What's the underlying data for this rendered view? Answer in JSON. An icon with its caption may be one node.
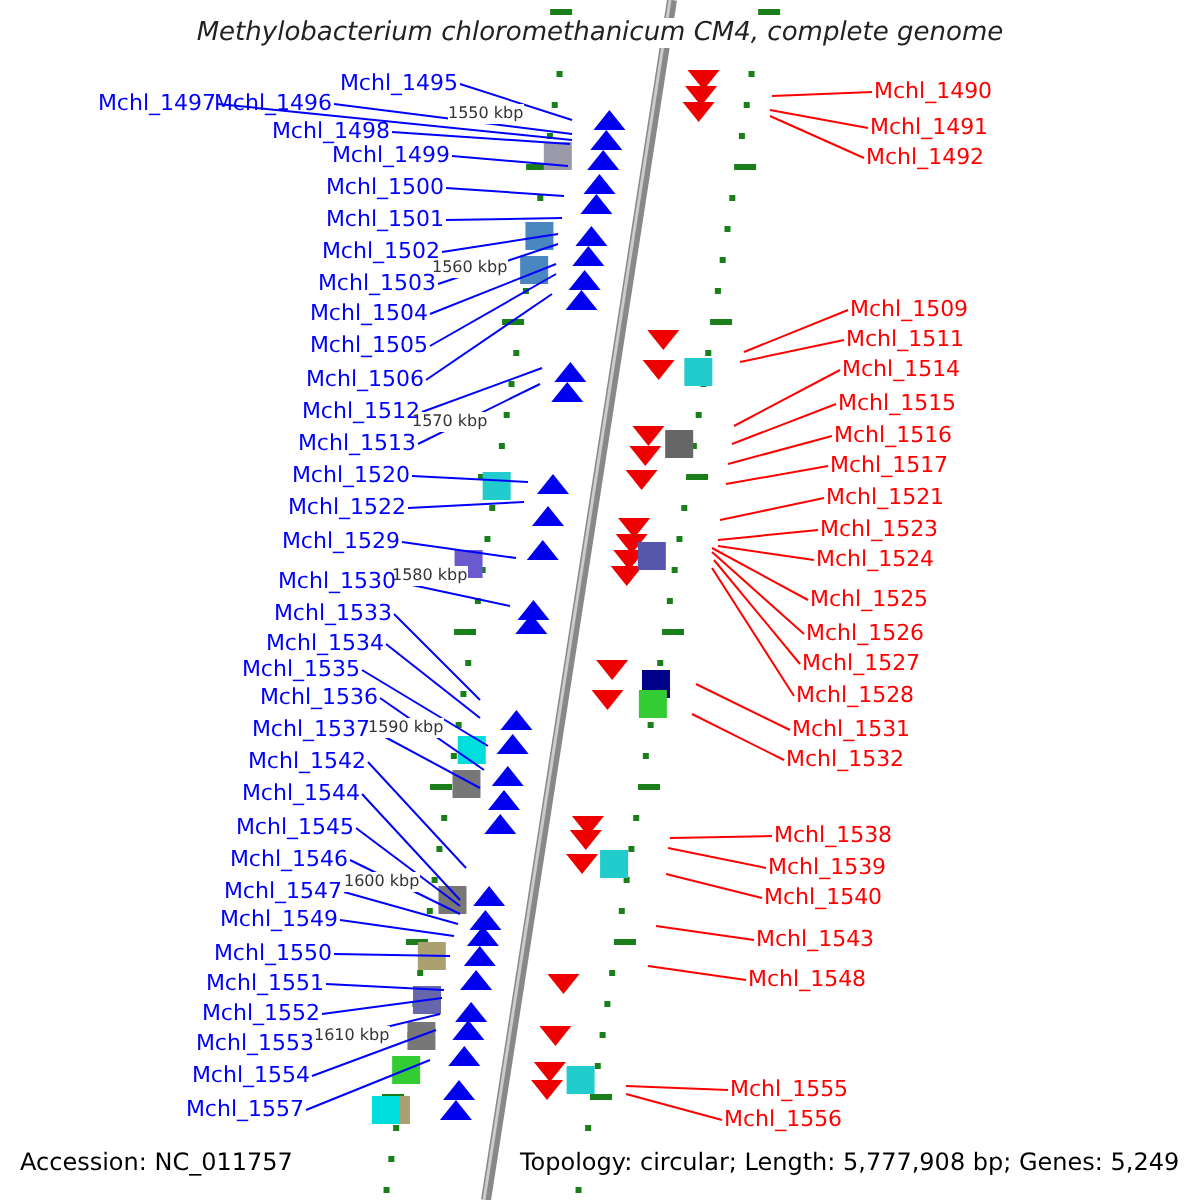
{
  "diagram": {
    "title": "Methylobacterium chloromethanicum CM4, complete genome",
    "nodes": [
      {
        "text": [
          "Mchl_1495"
        ]
      },
      {
        "text": [
          "Mchl_1497"
        ]
      },
      {
        "text": [
          "Mchl_1496"
        ]
      },
      {
        "text": [
          "Mchl_1498"
        ]
      },
      {
        "text": [
          "Mchl_1499"
        ]
      },
      {
        "text": [
          "Mchl_1500"
        ]
      },
      {
        "text": [
          "Mchl_1501"
        ]
      },
      {
        "text": [
          "Mchl_1502"
        ]
      },
      {
        "text": [
          "Mchl_1503"
        ]
      },
      {
        "text": [
          "Mchl_1504"
        ]
      },
      {
        "text": [
          "Mchl_1505"
        ]
      },
      {
        "text": [
          "Mchl_1506"
        ]
      },
      {
        "text": [
          "Mchl_1512"
        ]
      },
      {
        "text": [
          "Mchl_1513"
        ]
      },
      {
        "text": [
          "Mchl_1520"
        ]
      },
      {
        "text": [
          "Mchl_1522"
        ]
      },
      {
        "text": [
          "Mchl_1529"
        ]
      },
      {
        "text": [
          "Mchl_1530"
        ]
      },
      {
        "text": [
          "Mchl_1533"
        ]
      },
      {
        "text": [
          "Mchl_1534"
        ]
      },
      {
        "text": [
          "Mchl_1535"
        ]
      },
      {
        "text": [
          "Mchl_1536"
        ]
      },
      {
        "text": [
          "Mchl_1537"
        ]
      },
      {
        "text": [
          "Mchl_1542"
        ]
      },
      {
        "text": [
          "Mchl_1544"
        ]
      },
      {
        "text": [
          "Mchl_1545"
        ]
      },
      {
        "text": [
          "Mchl_1546"
        ]
      },
      {
        "text": [
          "Mchl_1547"
        ]
      },
      {
        "text": [
          "Mchl_1549"
        ]
      },
      {
        "text": [
          "Mchl_1550"
        ]
      },
      {
        "text": [
          "Mchl_1551"
        ]
      },
      {
        "text": [
          "Mchl_1552"
        ]
      },
      {
        "text": [
          "Mchl_1553"
        ]
      },
      {
        "text": [
          "Mchl_1554"
        ]
      },
      {
        "text": [
          "Mchl_1557"
        ]
      },
      {
        "text": [
          "Mchl_1490"
        ]
      },
      {
        "text": [
          "Mchl_1491"
        ]
      },
      {
        "text": [
          "Mchl_1492"
        ]
      },
      {
        "text": [
          "Mchl_1509"
        ]
      },
      {
        "text": [
          "Mchl_1511"
        ]
      },
      {
        "text": [
          "Mchl_1514"
        ]
      },
      {
        "text": [
          "Mchl_1515"
        ]
      },
      {
        "text": [
          "Mchl_1516"
        ]
      },
      {
        "text": [
          "Mchl_1517"
        ]
      },
      {
        "text": [
          "Mchl_1521"
        ]
      },
      {
        "text": [
          "Mchl_1523"
        ]
      },
      {
        "text": [
          "Mchl_1524"
        ]
      },
      {
        "text": [
          "Mchl_1525"
        ]
      },
      {
        "text": [
          "Mchl_1526"
        ]
      },
      {
        "text": [
          "Mchl_1527"
        ]
      },
      {
        "text": [
          "Mchl_1528"
        ]
      },
      {
        "text": [
          "Mchl_1531"
        ]
      },
      {
        "text": [
          "Mchl_1532"
        ]
      },
      {
        "text": [
          "Mchl_1538"
        ]
      },
      {
        "text": [
          "Mchl_1539"
        ]
      },
      {
        "text": [
          "Mchl_1540"
        ]
      },
      {
        "text": [
          "Mchl_1543"
        ]
      },
      {
        "text": [
          "Mchl_1548"
        ]
      },
      {
        "text": [
          "Mchl_1555"
        ]
      },
      {
        "text": [
          "Mchl_1556"
        ]
      }
    ],
    "edges": [
      {
        "from": 0,
        "to": null,
        "arrow": "none"
      },
      {
        "from": 1,
        "to": null,
        "arrow": "none"
      },
      {
        "from": 2,
        "to": null,
        "arrow": "none"
      },
      {
        "from": 3,
        "to": null,
        "arrow": "none"
      },
      {
        "from": 4,
        "to": null,
        "arrow": "none"
      },
      {
        "from": 5,
        "to": null,
        "arrow": "none"
      },
      {
        "from": 6,
        "to": null,
        "arrow": "none"
      },
      {
        "from": 7,
        "to": null,
        "arrow": "none"
      },
      {
        "from": 8,
        "to": null,
        "arrow": "none"
      },
      {
        "from": 9,
        "to": null,
        "arrow": "none"
      },
      {
        "from": 10,
        "to": null,
        "arrow": "none"
      },
      {
        "from": 11,
        "to": null,
        "arrow": "none"
      },
      {
        "from": 12,
        "to": null,
        "arrow": "none"
      },
      {
        "from": 13,
        "to": null,
        "arrow": "none"
      },
      {
        "from": 14,
        "to": null,
        "arrow": "none"
      },
      {
        "from": 15,
        "to": null,
        "arrow": "none"
      },
      {
        "from": 16,
        "to": null,
        "arrow": "none"
      },
      {
        "from": 17,
        "to": null,
        "arrow": "none"
      },
      {
        "from": 18,
        "to": null,
        "arrow": "none"
      },
      {
        "from": 19,
        "to": null,
        "arrow": "none"
      },
      {
        "from": 20,
        "to": null,
        "arrow": "none"
      },
      {
        "from": 21,
        "to": null,
        "arrow": "none"
      },
      {
        "from": 22,
        "to": null,
        "arrow": "none"
      },
      {
        "from": 23,
        "to": null,
        "arrow": "none"
      },
      {
        "from": 24,
        "to": null,
        "arrow": "none"
      },
      {
        "from": 25,
        "to": null,
        "arrow": "none"
      },
      {
        "from": 26,
        "to": null,
        "arrow": "none"
      },
      {
        "from": 27,
        "to": null,
        "arrow": "none"
      },
      {
        "from": 28,
        "to": null,
        "arrow": "none"
      },
      {
        "from": 29,
        "to": null,
        "arrow": "none"
      },
      {
        "from": 30,
        "to": null,
        "arrow": "none"
      },
      {
        "from": 31,
        "to": null,
        "arrow": "none"
      },
      {
        "from": 32,
        "to": null,
        "arrow": "none"
      },
      {
        "from": 33,
        "to": null,
        "arrow": "none"
      },
      {
        "from": 34,
        "to": null,
        "arrow": "none"
      },
      {
        "from": 35,
        "to": null,
        "arrow": "none",
        "color": "#ff0000"
      },
      {
        "from": 36,
        "to": null,
        "arrow": "none",
        "color": "#ff0000"
      },
      {
        "from": 37,
        "to": null,
        "arrow": "none",
        "color": "#ff0000"
      },
      {
        "from": 38,
        "to": null,
        "arrow": "none",
        "color": "#ff0000"
      },
      {
        "from": 39,
        "to": null,
        "arrow": "none",
        "color": "#ff0000"
      },
      {
        "from": 40,
        "to": null,
        "arrow": "none",
        "color": "#ff0000"
      },
      {
        "from": 41,
        "to": null,
        "arrow": "none",
        "color": "#ff0000"
      },
      {
        "from": 42,
        "to": null,
        "arrow": "none",
        "color": "#ff0000"
      },
      {
        "from": 43,
        "to": null,
        "arrow": "none",
        "color": "#ff0000"
      },
      {
        "from": 44,
        "to": null,
        "arrow": "none",
        "color": "#ff0000"
      },
      {
        "from": 45,
        "to": null,
        "arrow": "none",
        "color": "#ff0000"
      },
      {
        "from": 46,
        "to": null,
        "arrow": "none",
        "color": "#ff0000"
      },
      {
        "from": 47,
        "to": null,
        "arrow": "none",
        "color": "#ff0000"
      },
      {
        "from": 48,
        "to": null,
        "arrow": "none",
        "color": "#ff0000"
      },
      {
        "from": 49,
        "to": null,
        "arrow": "none",
        "color": "#ff0000"
      },
      {
        "from": 50,
        "to": null,
        "arrow": "none",
        "color": "#ff0000"
      },
      {
        "from": 51,
        "to": null,
        "arrow": "none",
        "color": "#ff0000"
      },
      {
        "from": 52,
        "to": null,
        "arrow": "none",
        "color": "#ff0000"
      },
      {
        "from": 53,
        "to": null,
        "arrow": "none",
        "color": "#ff0000"
      },
      {
        "from": 54,
        "to": null,
        "arrow": "none",
        "color": "#ff0000"
      },
      {
        "from": 55,
        "to": null,
        "arrow": "none",
        "color": "#ff0000"
      },
      {
        "from": 56,
        "to": null,
        "arrow": "none",
        "color": "#ff0000"
      },
      {
        "from": 57,
        "to": null,
        "arrow": "none",
        "color": "#ff0000"
      },
      {
        "from": 58,
        "to": null,
        "arrow": "none",
        "color": "#ff0000"
      },
      {
        "from": 59,
        "to": null,
        "arrow": "none",
        "color": "#ff0000"
      }
    ],
    "labels": [
      "1550 kbp",
      "1560 kbp",
      "1570 kbp",
      "1580 kbp",
      "1590 kbp",
      "1600 kbp",
      "1610 kbp",
      "Accession: NC_011757",
      "Topology: circular; Length: 5,777,908 bp; Genes: 5,249"
    ]
  }
}
